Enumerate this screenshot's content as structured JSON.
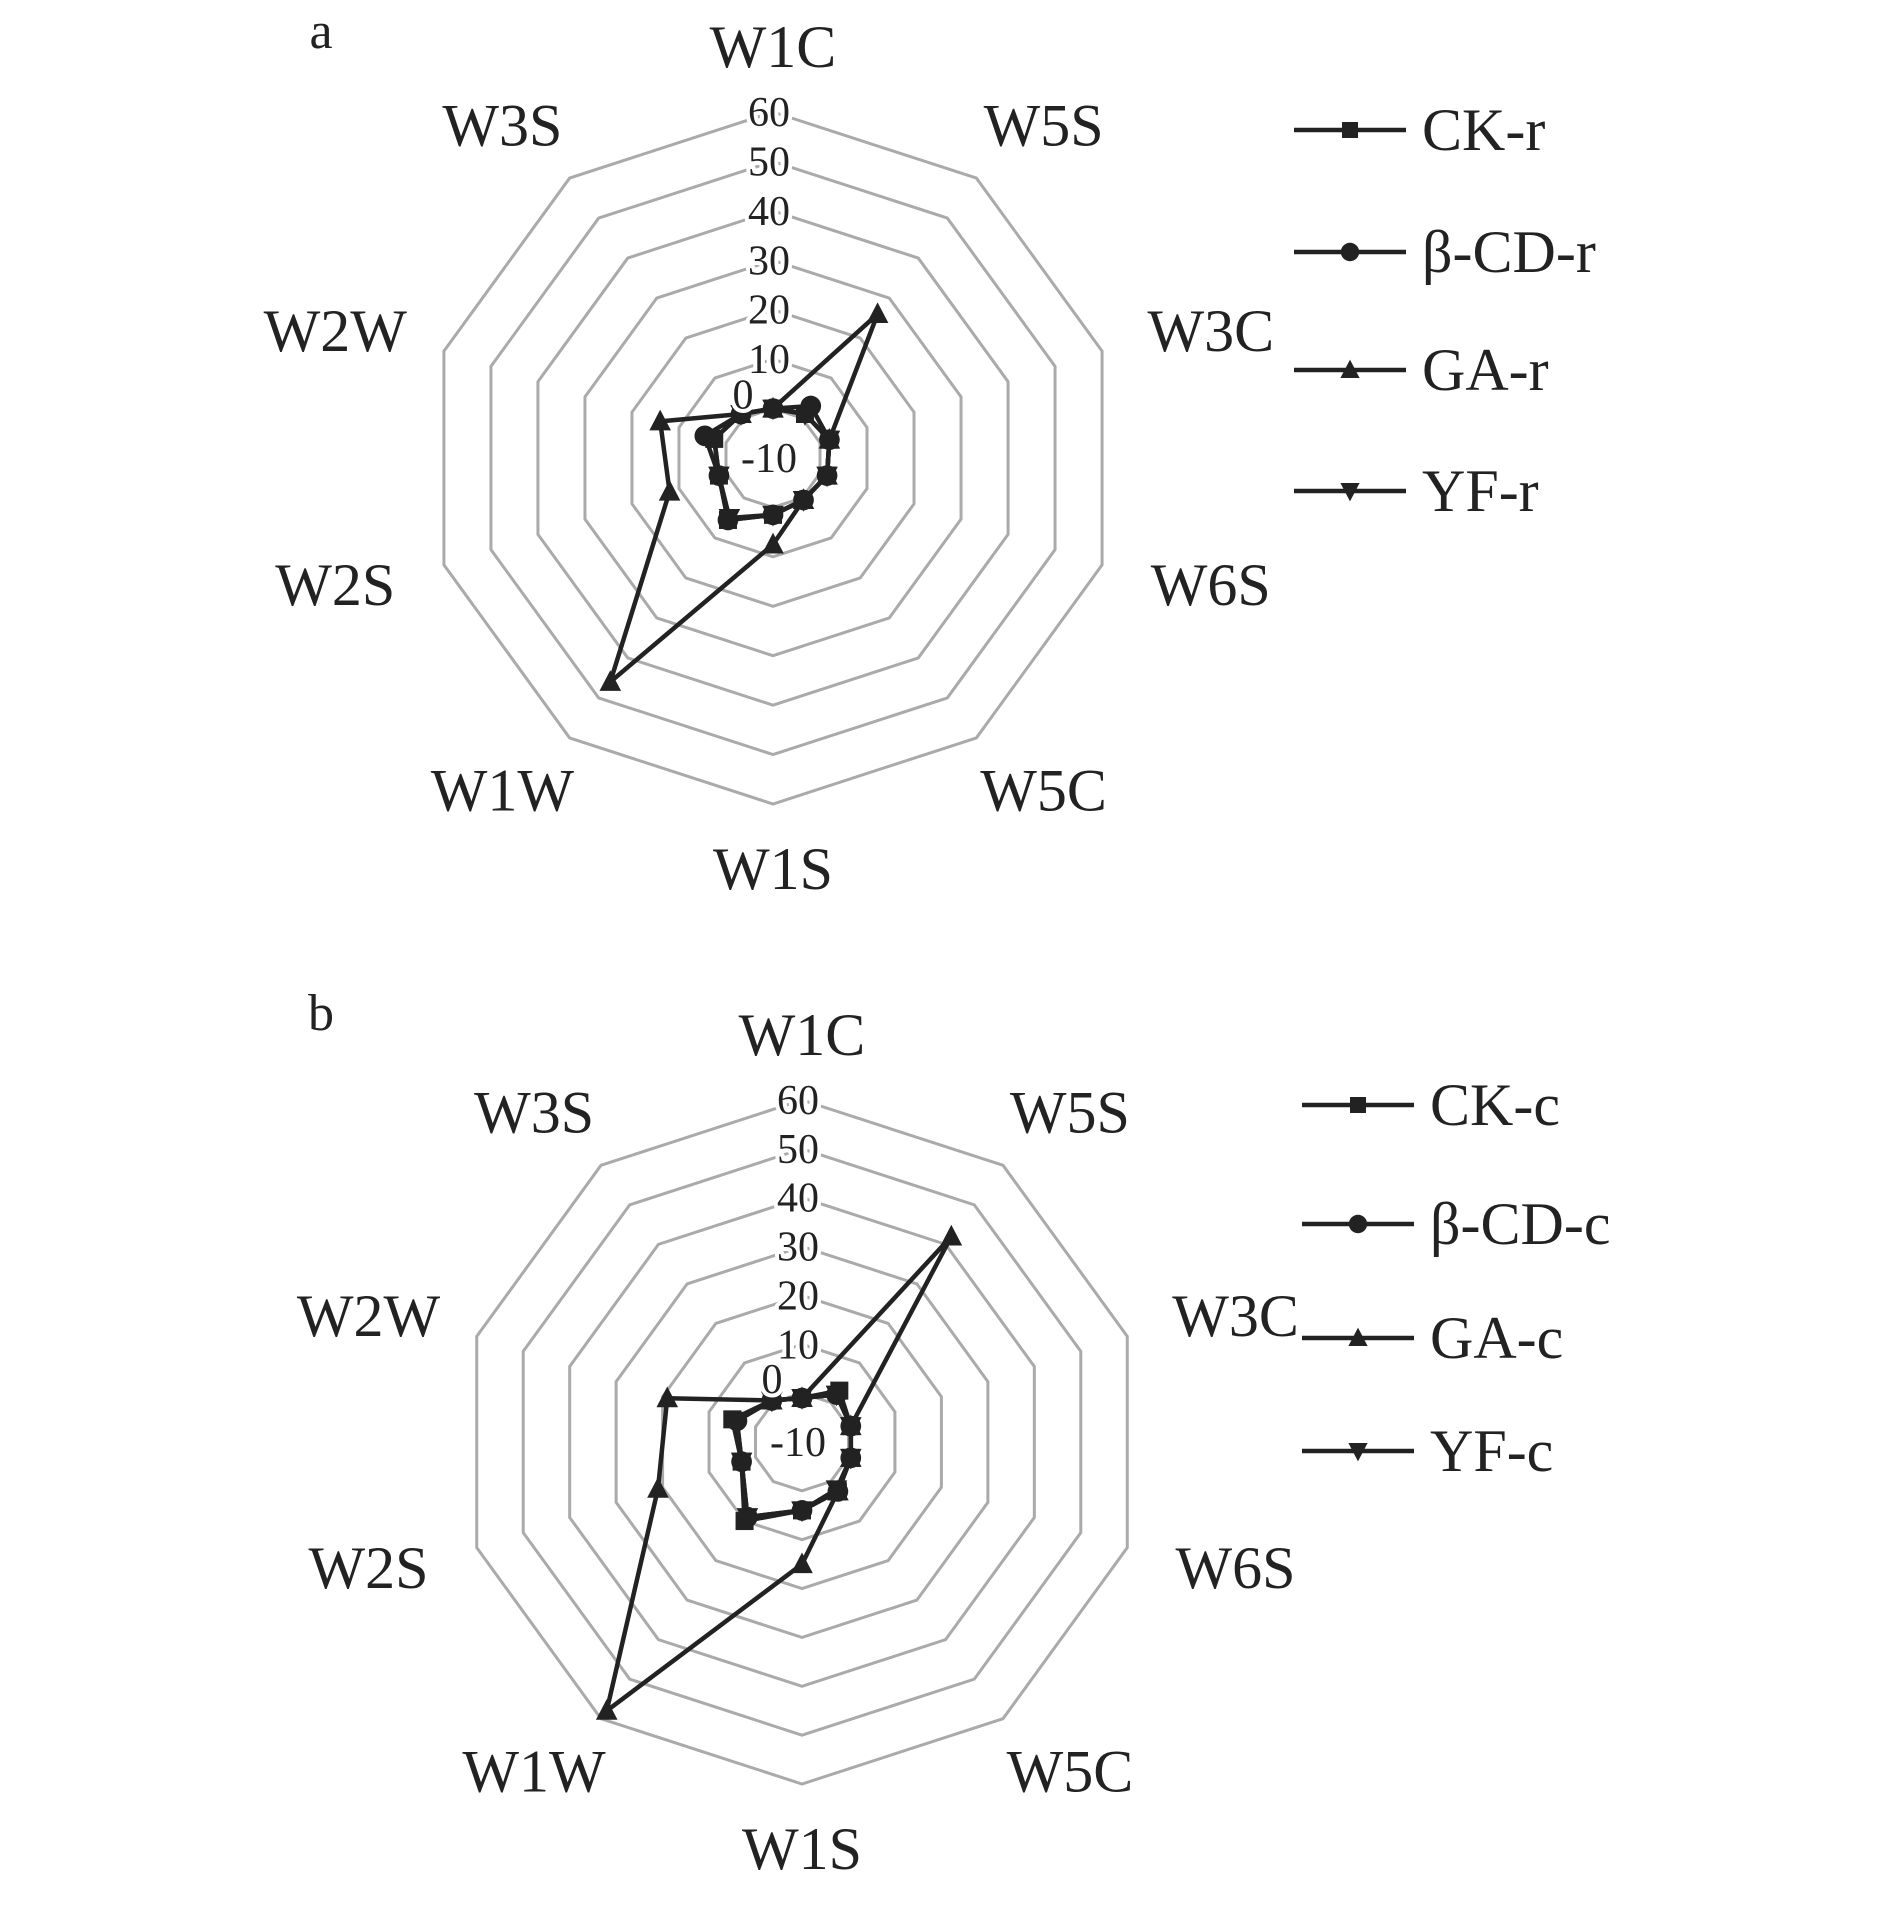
{
  "chart_data": [
    {
      "type": "radar",
      "panel_label": "a",
      "axes": [
        "W1C",
        "W5S",
        "W3C",
        "W6S",
        "W5C",
        "W1S",
        "W1W",
        "W2S",
        "W2W",
        "W3S"
      ],
      "rlim": [
        -10,
        60
      ],
      "ticks": [
        "-10",
        "0",
        "10",
        "20",
        "30",
        "40",
        "50",
        "60"
      ],
      "tick_values": [
        -10,
        0,
        10,
        20,
        30,
        40,
        50,
        60
      ],
      "grid": true,
      "legend_position": "right",
      "series": [
        {
          "name": "CK-r",
          "marker": "square",
          "values": [
            0,
            1,
            2,
            1.5,
            0.5,
            1.5,
            5.5,
            1.5,
            2.5,
            1
          ]
        },
        {
          "name": "β-CD-r",
          "marker": "circle",
          "values": [
            0,
            3,
            2,
            1.5,
            0.5,
            1.5,
            5.5,
            1.5,
            4.5,
            1
          ]
        },
        {
          "name": "GA-r",
          "marker": "triangle-up",
          "values": [
            0,
            26,
            2,
            1.5,
            0.5,
            7.5,
            46,
            12,
            14,
            1
          ]
        },
        {
          "name": "YF-r",
          "marker": "triangle-down",
          "values": [
            0,
            1,
            2,
            1.5,
            0.5,
            1.5,
            5,
            1.5,
            2.5,
            1
          ]
        }
      ]
    },
    {
      "type": "radar",
      "panel_label": "b",
      "axes": [
        "W1C",
        "W5S",
        "W3C",
        "W6S",
        "W5C",
        "W1S",
        "W1W",
        "W2S",
        "W2W",
        "W3S"
      ],
      "rlim": [
        -10,
        60
      ],
      "ticks": [
        "-10",
        "0",
        "10",
        "20",
        "30",
        "40",
        "50",
        "60"
      ],
      "tick_values": [
        -10,
        0,
        10,
        20,
        30,
        40,
        50,
        60
      ],
      "grid": true,
      "legend_position": "right",
      "series": [
        {
          "name": "CK-c",
          "marker": "square",
          "values": [
            -1,
            3,
            0.5,
            0.5,
            2.5,
            4,
            10,
            3,
            5,
            0.5
          ]
        },
        {
          "name": "β-CD-c",
          "marker": "circle",
          "values": [
            -1,
            2,
            0.5,
            0.5,
            2.5,
            4,
            9,
            3,
            4,
            0.5
          ]
        },
        {
          "name": "GA-c",
          "marker": "triangle-up",
          "values": [
            -1,
            42,
            0.5,
            0.5,
            2.5,
            15,
            58,
            21,
            19,
            0.5
          ]
        },
        {
          "name": "YF-c",
          "marker": "triangle-down",
          "values": [
            -1,
            2,
            0.5,
            0.5,
            2,
            4,
            9,
            3,
            4,
            0.5
          ]
        }
      ]
    }
  ],
  "colors": {
    "grid": "#aaaaaa",
    "series": "#222222"
  }
}
